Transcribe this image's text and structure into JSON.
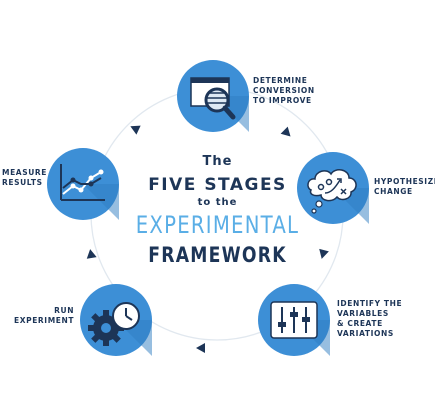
{
  "title": {
    "line1": "The",
    "line2": "FIVE STAGES",
    "line3": "to the",
    "line4": "EXPERIMENTAL",
    "line5": "FRAMEWORK"
  },
  "stages": [
    {
      "lines": [
        "DETERMINE",
        "CONVERSION",
        "TO IMPROVE"
      ],
      "icon": "magnifier-window-icon"
    },
    {
      "lines": [
        "HYPOTHESIZE",
        "CHANGE"
      ],
      "icon": "thought-cloud-strategy-icon"
    },
    {
      "lines": [
        "IDENTIFY THE",
        "VARIABLES",
        "& CREATE",
        "VARIATIONS"
      ],
      "icon": "sliders-icon"
    },
    {
      "lines": [
        "RUN",
        "EXPERIMENT"
      ],
      "icon": "gear-clock-icon"
    },
    {
      "lines": [
        "MEASURE",
        "RESULTS"
      ],
      "icon": "line-chart-icon"
    }
  ],
  "colors": {
    "navy": "#1d3557",
    "accent": "#5aaee6",
    "circle": "#3d8fd6",
    "ring": "#dfe7ef"
  }
}
